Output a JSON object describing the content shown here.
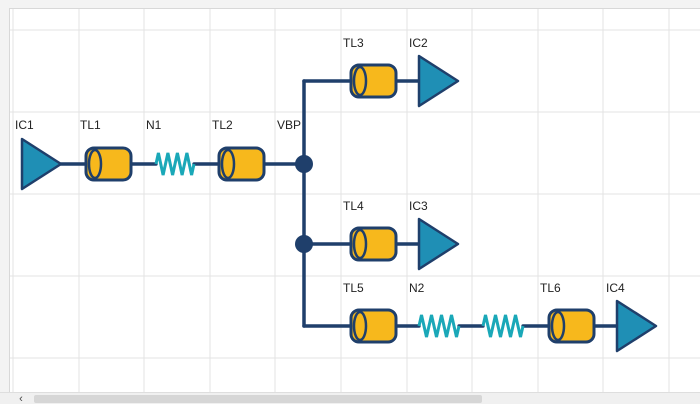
{
  "labels": {
    "ic1": "IC1",
    "tl1": "TL1",
    "n1": "N1",
    "tl2": "TL2",
    "vbp": "VBP",
    "tl3": "TL3",
    "ic2": "IC2",
    "tl4": "TL4",
    "ic3": "IC3",
    "tl5": "TL5",
    "n2": "N2",
    "tl6": "TL6",
    "ic4": "IC4"
  },
  "scrollbar": {
    "left_arrow": "‹"
  },
  "colors": {
    "wire": "#1f3f6b",
    "line_body": "#f7b81c",
    "line_stroke": "#1f3f6b",
    "resistor": "#1aa8b8",
    "triangle": "#1f8fb5",
    "junction": "#1f3f6b",
    "grid": "#e3e3e3"
  }
}
